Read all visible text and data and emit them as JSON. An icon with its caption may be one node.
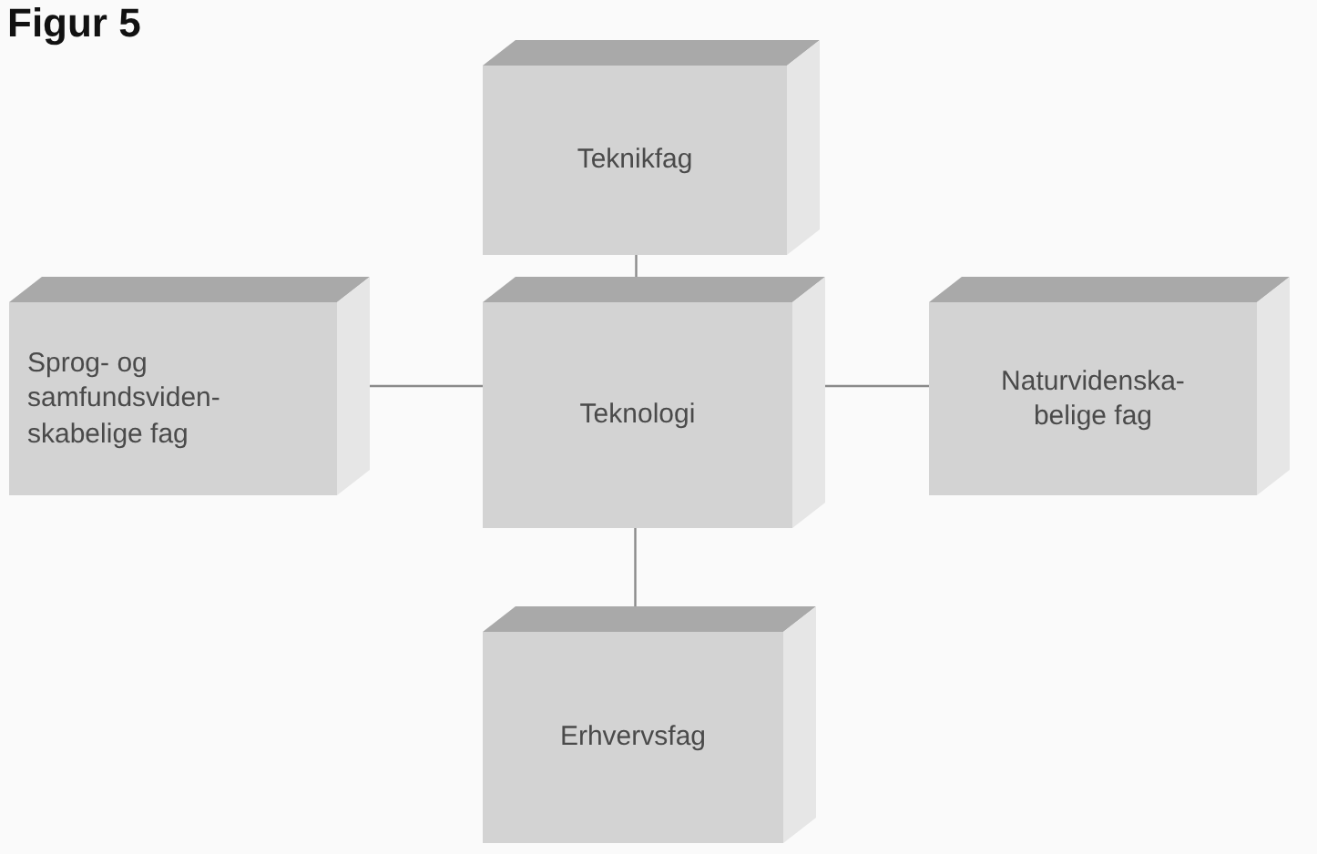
{
  "diagram": {
    "title": "Figur 5",
    "nodes": [
      {
        "text": [
          "Teknikfag"
        ]
      },
      {
        "text": [
          "Sprog- og samfundsviden- skabelige fag"
        ]
      },
      {
        "text": [
          "Teknologi"
        ]
      },
      {
        "text": [
          "Naturvidenska- belige fag"
        ]
      },
      {
        "text": [
          "Erhvervsfag"
        ]
      }
    ],
    "edges": [
      {
        "from": 0,
        "to": 2,
        "arrow": "none"
      },
      {
        "from": 1,
        "to": 2,
        "arrow": "none"
      },
      {
        "from": 2,
        "to": 3,
        "arrow": "none"
      },
      {
        "from": 2,
        "to": 4,
        "arrow": "none"
      }
    ]
  }
}
